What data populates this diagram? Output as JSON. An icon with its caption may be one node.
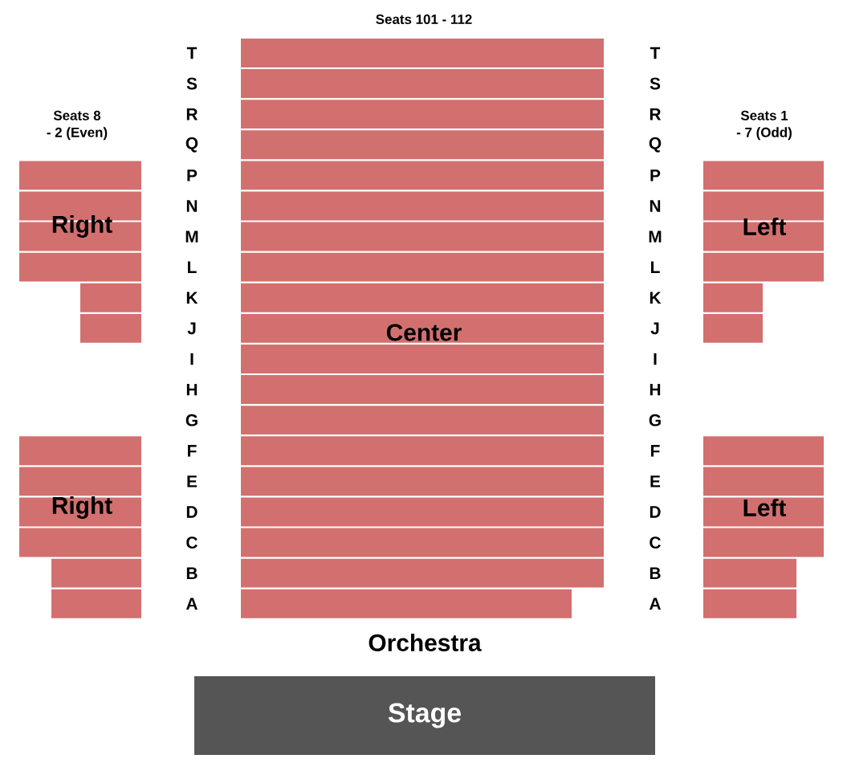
{
  "diagram": {
    "nodes": [
      {
        "text": [
          "Center"
        ]
      },
      {
        "text": [
          "Right"
        ]
      },
      {
        "text": [
          "Right"
        ]
      },
      {
        "text": [
          "Left"
        ]
      },
      {
        "text": [
          "Left"
        ]
      },
      {
        "text": [
          "Stage"
        ]
      }
    ],
    "labels": [
      "Seats 101 - 112",
      "Seats 8 - 2 (Even)",
      "Seats 1 - 7 (Odd)",
      "T",
      "S",
      "R",
      "Q",
      "P",
      "N",
      "M",
      "L",
      "K",
      "J",
      "I",
      "H",
      "G",
      "F",
      "E",
      "D",
      "C",
      "B",
      "A",
      "T",
      "S",
      "R",
      "Q",
      "P",
      "N",
      "M",
      "L",
      "K",
      "J",
      "I",
      "H",
      "G",
      "F",
      "E",
      "D",
      "C",
      "B",
      "A",
      "Orchestra"
    ]
  }
}
